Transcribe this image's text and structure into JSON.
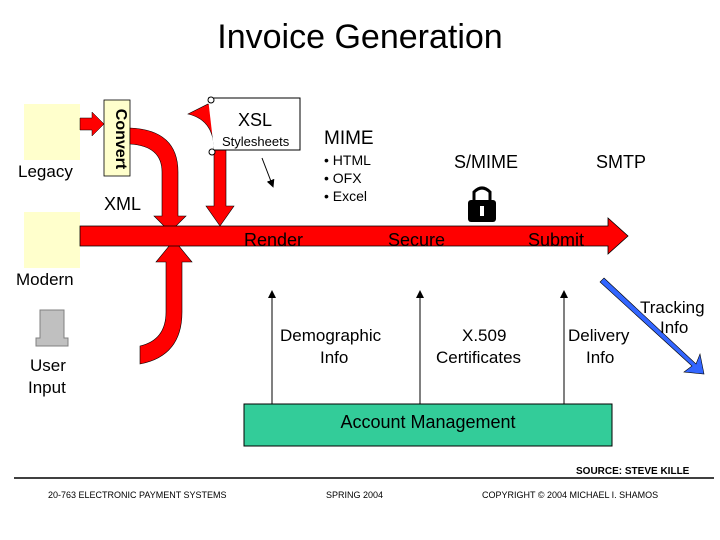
{
  "title": "Invoice Generation",
  "labels": {
    "convert": "Convert",
    "legacy": "Legacy",
    "xml": "XML",
    "xsl": "XSL",
    "stylesheets": "Stylesheets",
    "mime": "MIME",
    "mime_items": [
      "• HTML",
      "• OFX",
      "• Excel"
    ],
    "smime": "S/MIME",
    "smtp": "SMTP",
    "render": "Render",
    "secure": "Secure",
    "submit": "Submit",
    "modern": "Modern",
    "user_input": [
      "User",
      "Input"
    ],
    "demographic": [
      "Demographic",
      "Info"
    ],
    "x509": [
      "X.509",
      "Certificates"
    ],
    "delivery": [
      "Delivery",
      "Info"
    ],
    "tracking": [
      "Tracking",
      "Info"
    ],
    "account_management": "Account Management",
    "source": "SOURCE: STEVE KILLE"
  },
  "footer": {
    "course": "20-763 ELECTRONIC PAYMENT SYSTEMS",
    "term": "SPRING 2004",
    "copyright": "COPYRIGHT © 2004 MICHAEL I. SHAMOS"
  },
  "colors": {
    "arrow_red": "#ff0000",
    "box_yellow": "#ffffcc",
    "account_teal": "#33cc99",
    "tracking_blue": "#3366ff",
    "gray": "#c0c0c0"
  }
}
